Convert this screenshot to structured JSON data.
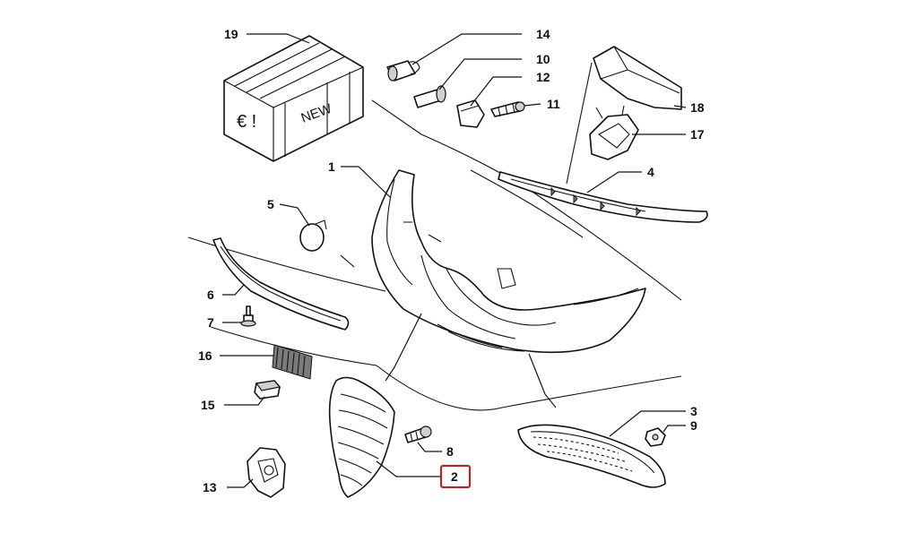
{
  "box_text": {
    "euro": "€ !",
    "new": "NEW"
  },
  "labels": {
    "p1": "1",
    "p2": "2",
    "p3": "3",
    "p4": "4",
    "p5": "5",
    "p6": "6",
    "p7": "7",
    "p8": "8",
    "p9": "9",
    "p10": "10",
    "p11": "11",
    "p12": "12",
    "p13": "13",
    "p14": "14",
    "p15": "15",
    "p16": "16",
    "p17": "17",
    "p18": "18",
    "p19": "19"
  },
  "highlighted_part": "2",
  "colors": {
    "highlight": "#e01010",
    "line": "#111111"
  }
}
